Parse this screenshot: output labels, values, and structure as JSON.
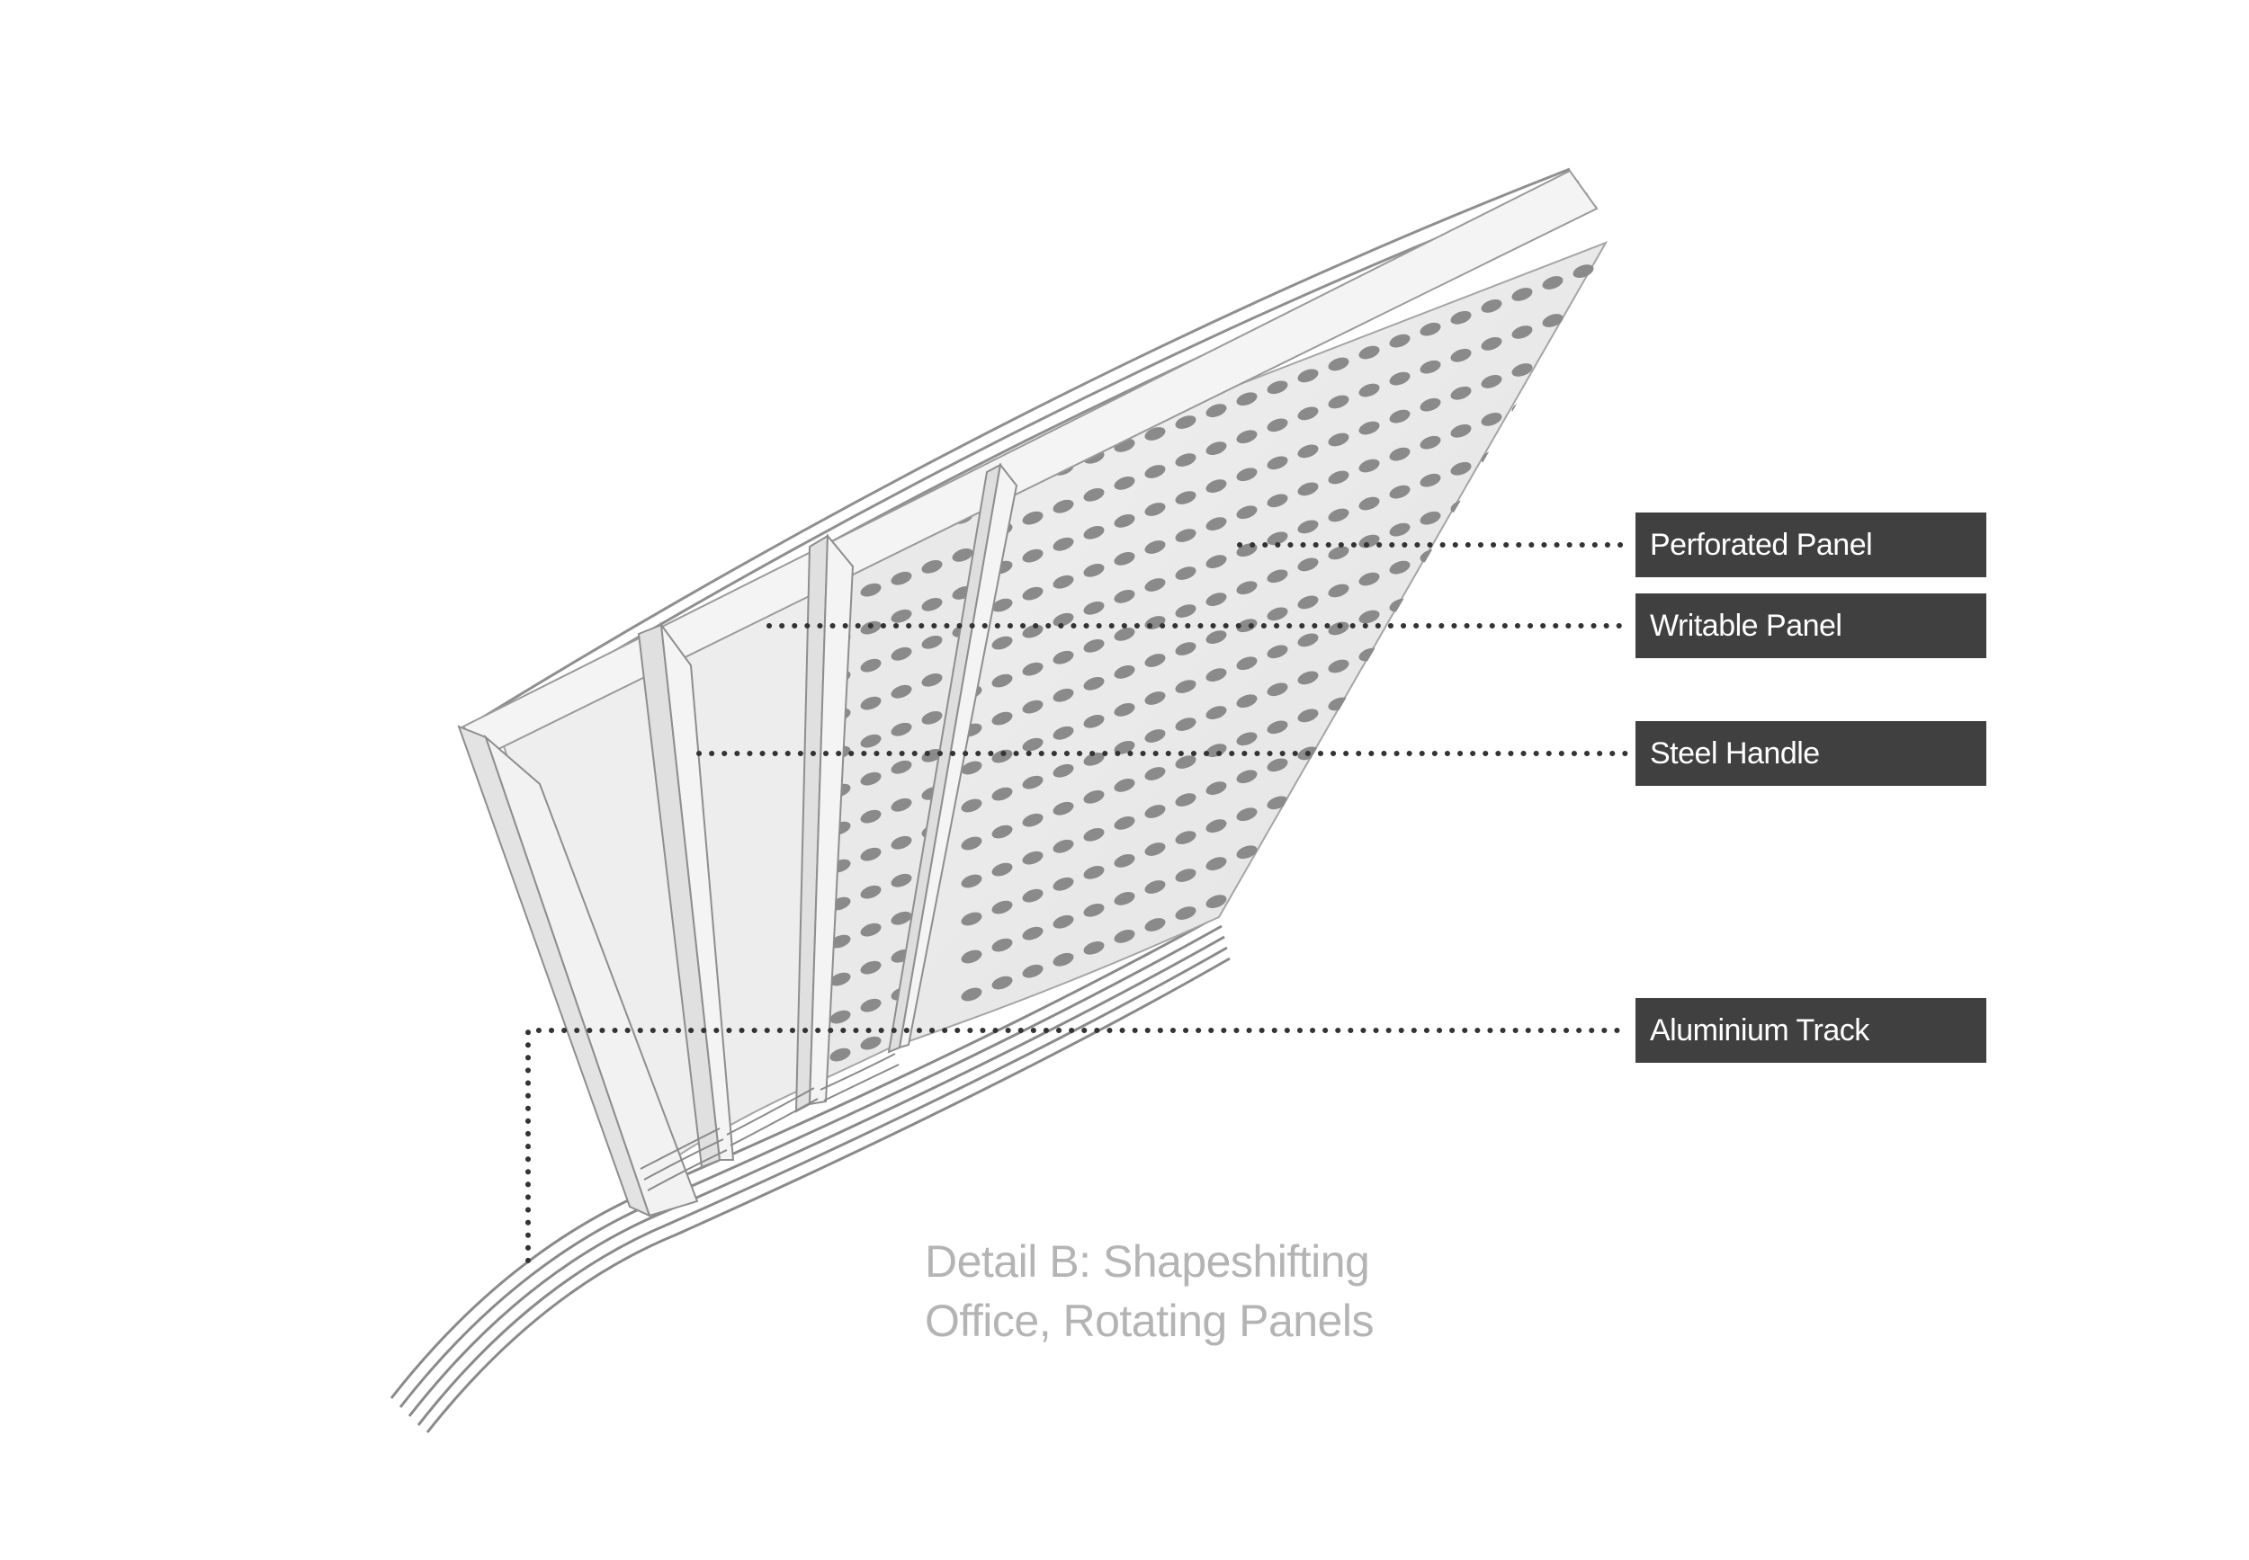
{
  "labels": {
    "perforated_panel": "Perforated Panel",
    "writable_panel": "Writable Panel",
    "steel_handle": "Steel Handle",
    "aluminium_track": "Aluminium Track"
  },
  "caption": {
    "line1": "Detail B: Shapeshifting",
    "line2": "Office, Rotating Panels"
  },
  "colors": {
    "label_background": "#404040",
    "label_text": "#ffffff",
    "caption_text": "#b4b4b4",
    "leader_dots": "#333333",
    "panel_face": "#ececec",
    "panel_edge": "#9a9a9a",
    "perforation": "#8a8a8a"
  }
}
